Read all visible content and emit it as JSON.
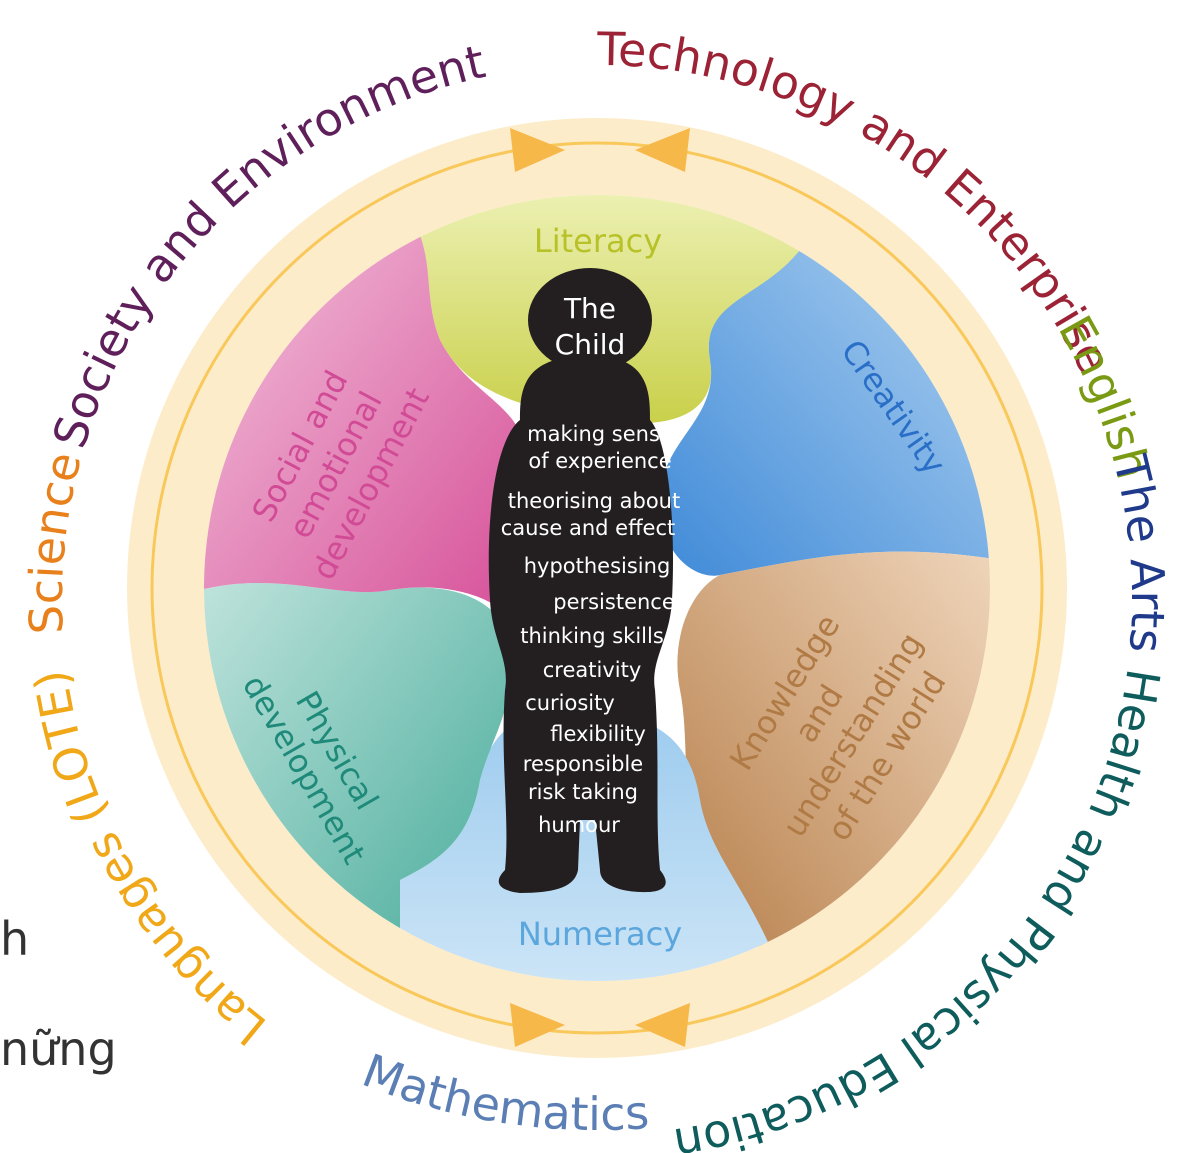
{
  "diagram": {
    "outer_ring": [
      {
        "label": "Technology and Enterprise",
        "color": "#9b2335"
      },
      {
        "label": "English",
        "color": "#7a9a14"
      },
      {
        "label": "The Arts",
        "color": "#1f3a8a"
      },
      {
        "label": "Health and Physical Education",
        "color": "#0f5c5c"
      },
      {
        "label": "Mathematics",
        "color": "#5b7fb5"
      },
      {
        "label": "Languages (LOTE)",
        "color": "#f0a818"
      },
      {
        "label": "Science",
        "color": "#e8801c"
      },
      {
        "label": "Society and Environment",
        "color": "#5e1f5a"
      }
    ],
    "domains": {
      "literacy": {
        "label": "Literacy",
        "color": "#b8c228"
      },
      "creativity": {
        "label": "Creativity",
        "color": "#2a6fc7"
      },
      "knowledge": {
        "lines": [
          "Knowledge",
          "and",
          "understanding",
          "of the world"
        ],
        "color": "#b07a45"
      },
      "numeracy": {
        "label": "Numeracy",
        "color": "#5ba6dc"
      },
      "physical": {
        "lines": [
          "Physical",
          "development"
        ],
        "color": "#1f8a7a"
      },
      "social": {
        "lines": [
          "Social and",
          "emotional",
          "development"
        ],
        "color": "#d14a95"
      }
    },
    "child": {
      "title": [
        "The",
        "Child"
      ],
      "traits": [
        "making sense",
        "of experience",
        "theorising about",
        "cause and effect",
        "hypothesising",
        "persistence",
        "thinking skills",
        "creativity",
        "curiosity",
        "flexibility",
        "responsible",
        "risk taking",
        "humour"
      ]
    }
  },
  "background_text": [
    "h",
    "nững"
  ]
}
